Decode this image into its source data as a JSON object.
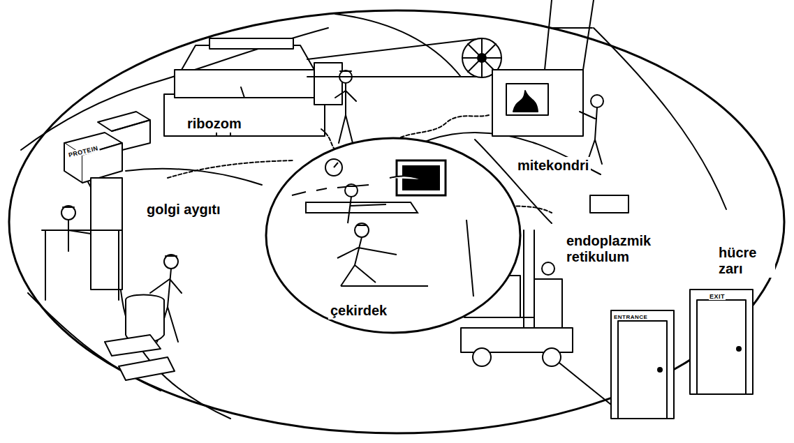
{
  "diagram": {
    "nodes": [
      {
        "text": [
          "çekirdek"
        ]
      }
    ],
    "labels": [
      "ribozom",
      "mitekondri",
      "golgi aygıtı",
      "endoplazmik retikulum",
      "hücre zarı",
      "PROTEIN",
      "ENTRANCE",
      "EXIT"
    ]
  }
}
